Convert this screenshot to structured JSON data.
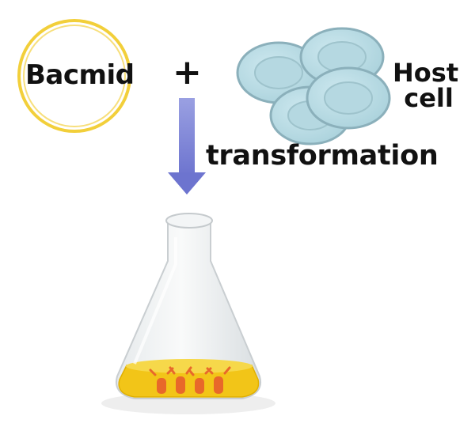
{
  "labels": {
    "bacmid": "Bacmid",
    "plus": "+",
    "host_line_1": "Host",
    "host_line_2": "cell",
    "process": "transformation"
  },
  "colors": {
    "bacmid_ring": "#f2cf3a",
    "host_cell_fill": "#bcdfe8",
    "host_cell_inner": "#a8cfd8",
    "host_cell_edge": "#8bb0bb",
    "arrow": "#7f86d6",
    "medium": "#f2c518",
    "cells_in_medium": "#e8682a"
  }
}
